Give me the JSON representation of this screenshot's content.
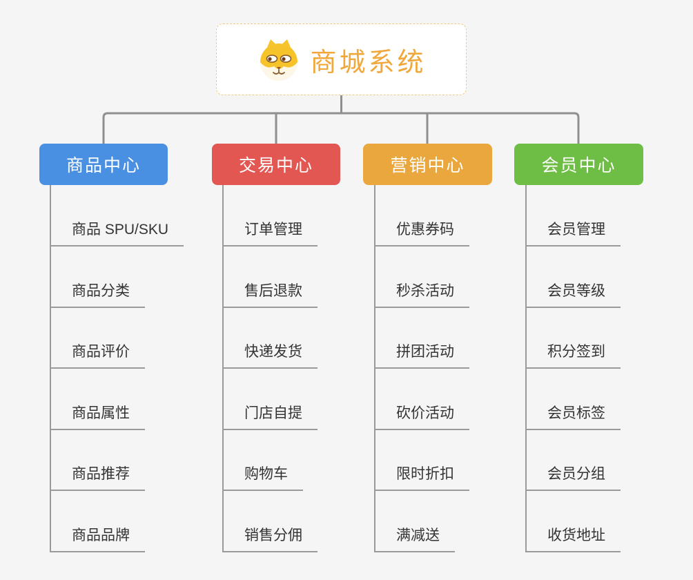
{
  "root": {
    "title": "商城系统",
    "icon": "dog-face-icon",
    "accent_color": "#f0a73c",
    "border_color": "#f3c884"
  },
  "connector_color": "#8f8f8f",
  "line_color": "#999999",
  "branches": [
    {
      "label": "商品中心",
      "color": "#4a90e2",
      "items": [
        "商品 SPU/SKU",
        "商品分类",
        "商品评价",
        "商品属性",
        "商品推荐",
        "商品品牌"
      ]
    },
    {
      "label": "交易中心",
      "color": "#e25752",
      "items": [
        "订单管理",
        "售后退款",
        "快递发货",
        "门店自提",
        "购物车",
        "销售分佣"
      ]
    },
    {
      "label": "营销中心",
      "color": "#eaa73e",
      "items": [
        "优惠券码",
        "秒杀活动",
        "拼团活动",
        "砍价活动",
        "限时折扣",
        "满减送"
      ]
    },
    {
      "label": "会员中心",
      "color": "#6ebe45",
      "items": [
        "会员管理",
        "会员等级",
        "积分签到",
        "会员标签",
        "会员分组",
        "收货地址"
      ]
    }
  ]
}
